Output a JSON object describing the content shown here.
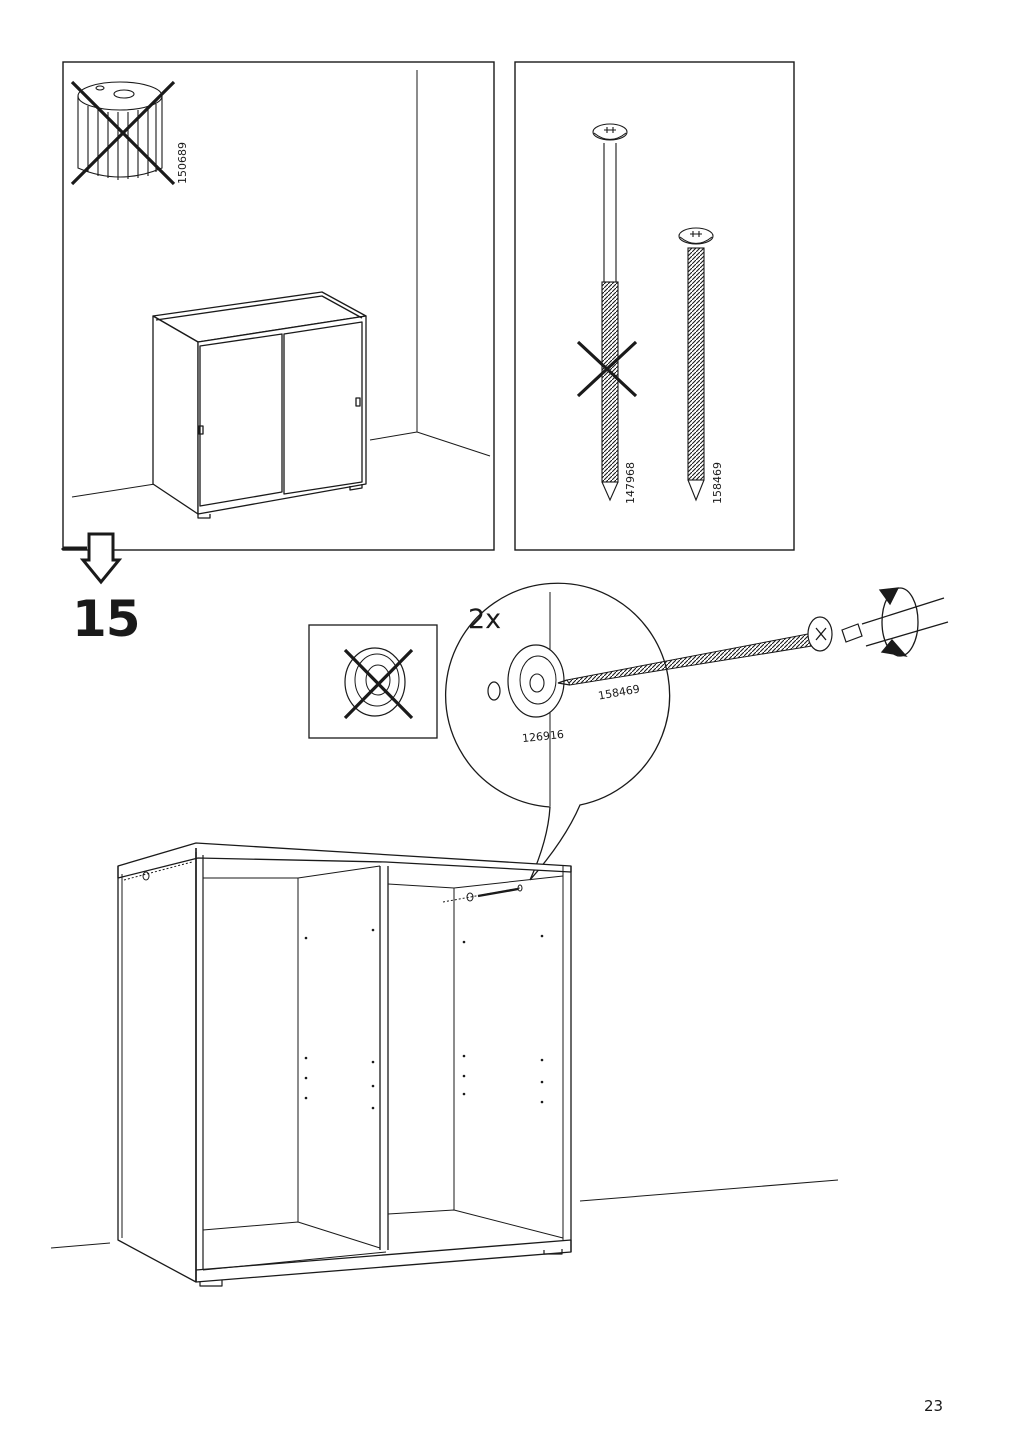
{
  "step": {
    "number": "15"
  },
  "parts": {
    "foot": "150689",
    "long_screw": "147968",
    "short_screw": "158469",
    "washer": "126916",
    "screw_in_detail": "158469"
  },
  "detail": {
    "quantity": "2x"
  },
  "page": {
    "number": "23"
  },
  "colors": {
    "line": "#1a1a1a",
    "background": "#ffffff"
  }
}
